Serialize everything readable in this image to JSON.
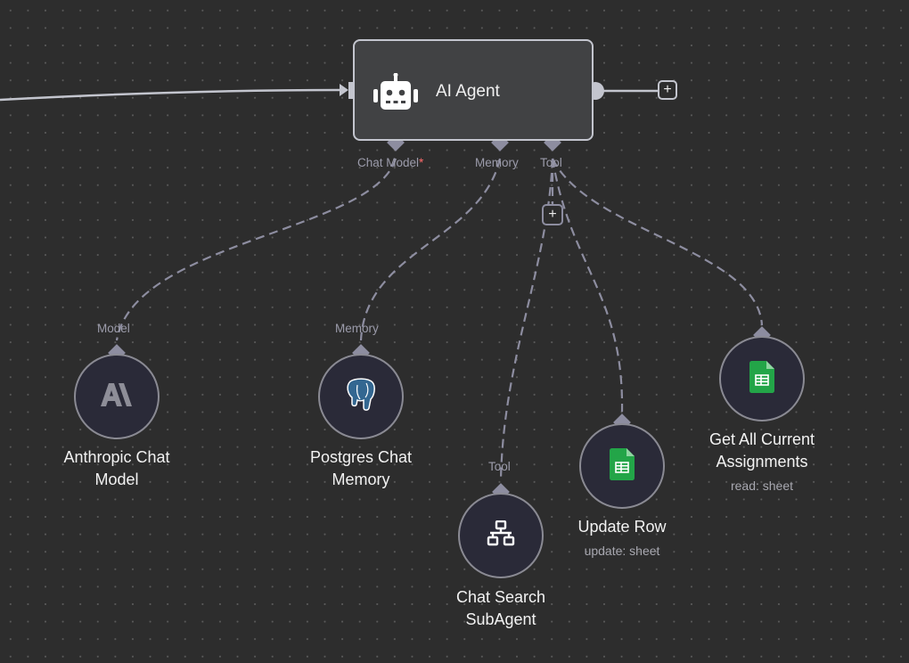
{
  "agent": {
    "title": "AI Agent",
    "icon": "robot-icon",
    "ports": {
      "chat_model": "Chat Model",
      "chat_model_required": "*",
      "memory": "Memory",
      "tool": "Tool"
    }
  },
  "add_buttons": {
    "output_add": "+",
    "tool_add": "+"
  },
  "nodes": [
    {
      "id": "anthropic",
      "label_line1": "Anthropic Chat",
      "label_line2": "Model",
      "port_label": "Model",
      "icon": "anthropic-icon",
      "subtitle": ""
    },
    {
      "id": "postgres",
      "label_line1": "Postgres Chat",
      "label_line2": "Memory",
      "port_label": "Memory",
      "icon": "postgres-icon",
      "subtitle": ""
    },
    {
      "id": "subagent",
      "label_line1": "Chat Search",
      "label_line2": "SubAgent",
      "port_label": "Tool",
      "icon": "sitemap-icon",
      "subtitle": ""
    },
    {
      "id": "update_row",
      "label_line1": "Update Row",
      "label_line2": "",
      "port_label": "",
      "icon": "google-sheets-icon",
      "subtitle": "update: sheet"
    },
    {
      "id": "get_all",
      "label_line1": "Get All Current",
      "label_line2": "Assignments",
      "port_label": "",
      "icon": "google-sheets-icon",
      "subtitle": "read: sheet"
    }
  ],
  "colors": {
    "canvas": "#2d2d2d",
    "edge": "#c3c5ce",
    "sub_edge": "#8d8da0",
    "node_fill": "#2a2a38",
    "sheets_green": "#23a548",
    "postgres_blue": "#336791",
    "required": "#ff6b6b"
  }
}
